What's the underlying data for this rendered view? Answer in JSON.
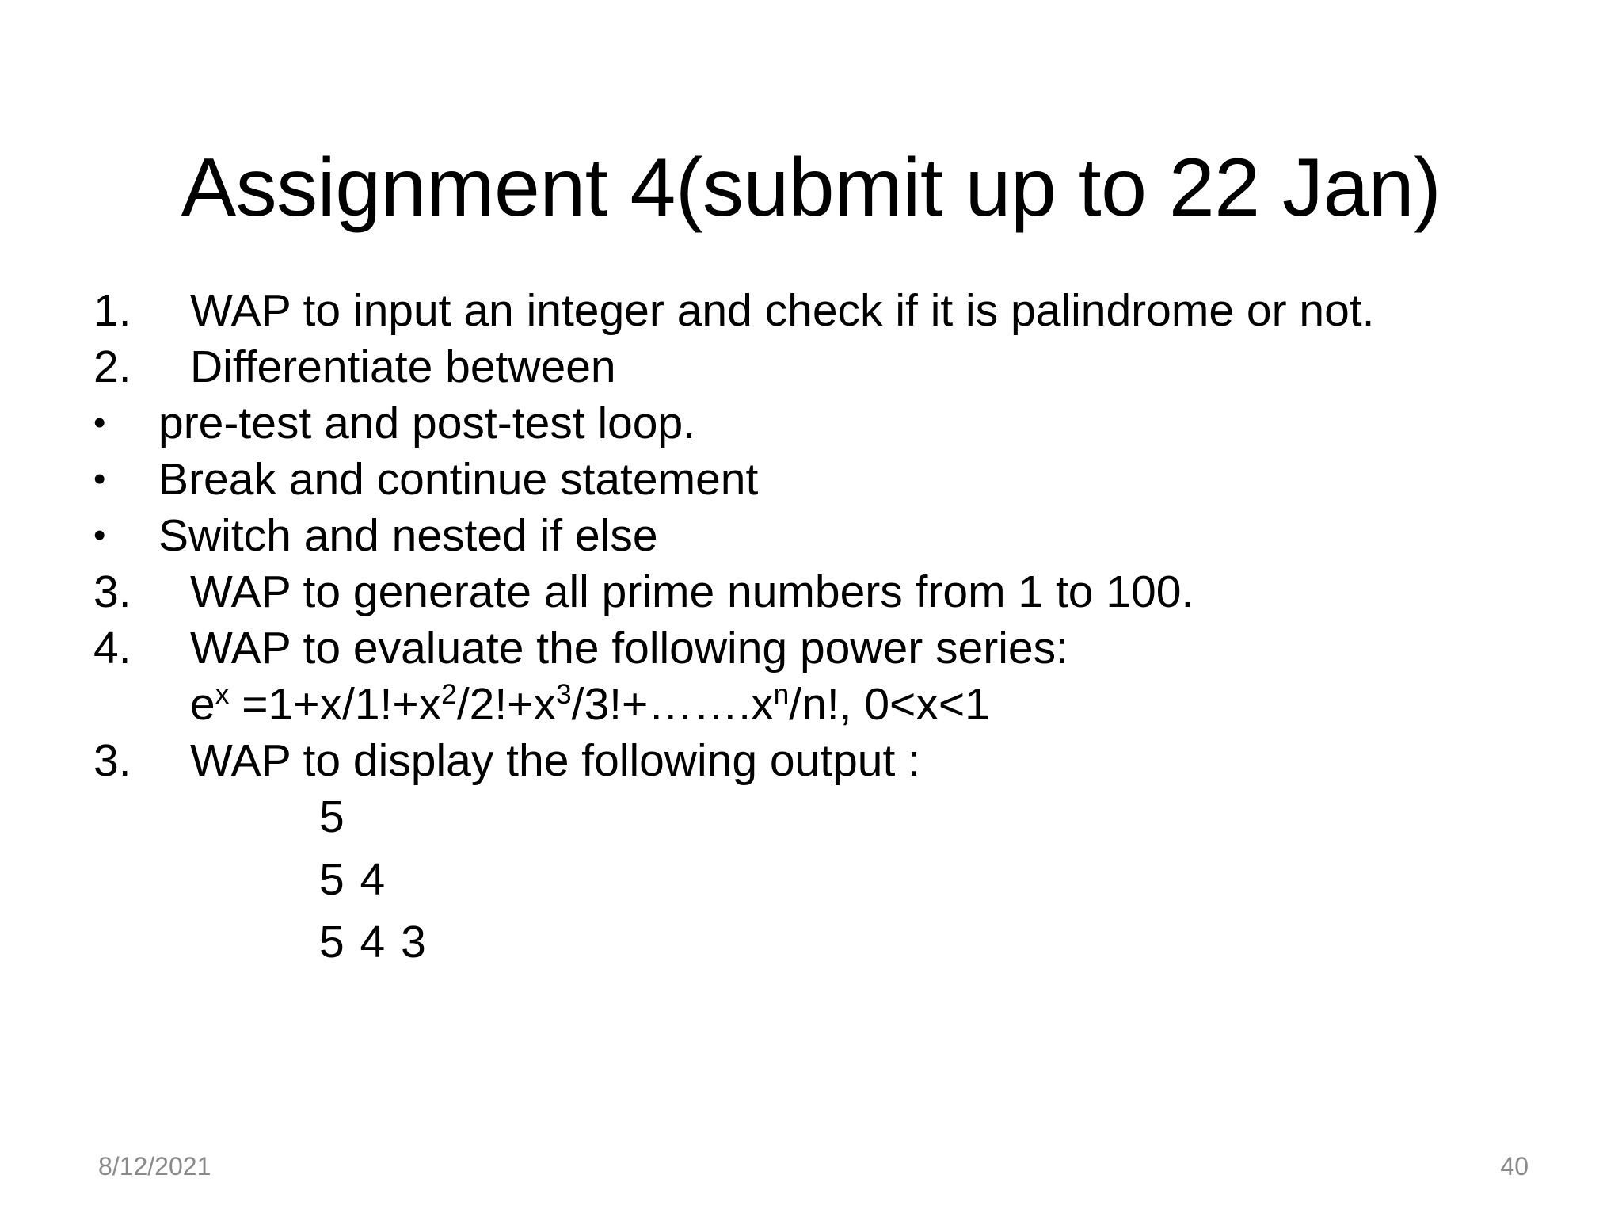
{
  "slide": {
    "title": "Assignment 4(submit up to 22 Jan)",
    "background_color": "#ffffff",
    "text_color": "#000000",
    "footer_color": "#8a8a8a"
  },
  "body": {
    "items": [
      {
        "marker": "1.",
        "kind": "number",
        "text": "WAP to input an integer and check if it is palindrome or not."
      },
      {
        "marker": "2.",
        "kind": "number",
        "text": "Differentiate between"
      },
      {
        "marker": "•",
        "kind": "bullet",
        "text": "pre-test and post-test loop."
      },
      {
        "marker": "•",
        "kind": "bullet",
        "text": "Break and continue statement"
      },
      {
        "marker": "•",
        "kind": "bullet",
        "text": "Switch and nested if else"
      },
      {
        "marker": "3.",
        "kind": "number",
        "text": "WAP to generate all prime numbers from 1 to 100."
      },
      {
        "marker": "4.",
        "kind": "number",
        "text": "WAP to evaluate the following power series:"
      }
    ],
    "formula": {
      "plain": "e^x =1+x/1!+x^2/2!+x^3/3!+.......x^n/n!, 0<x<1",
      "p1": "e",
      "sup1": "x",
      "p2": " =1+x/1!+x",
      "sup2": "2",
      "p3": "/2!+x",
      "sup3": "3",
      "p4": "/3!+…….x",
      "sup4": "n",
      "p5": "/n!, 0<x<1"
    },
    "last_item": {
      "marker": "3.",
      "kind": "number",
      "text": "WAP to display the following output :"
    },
    "output_lines": [
      "5",
      "5 4",
      "5 4 3"
    ]
  },
  "footer": {
    "date": "8/12/2021",
    "page_number": "40"
  }
}
